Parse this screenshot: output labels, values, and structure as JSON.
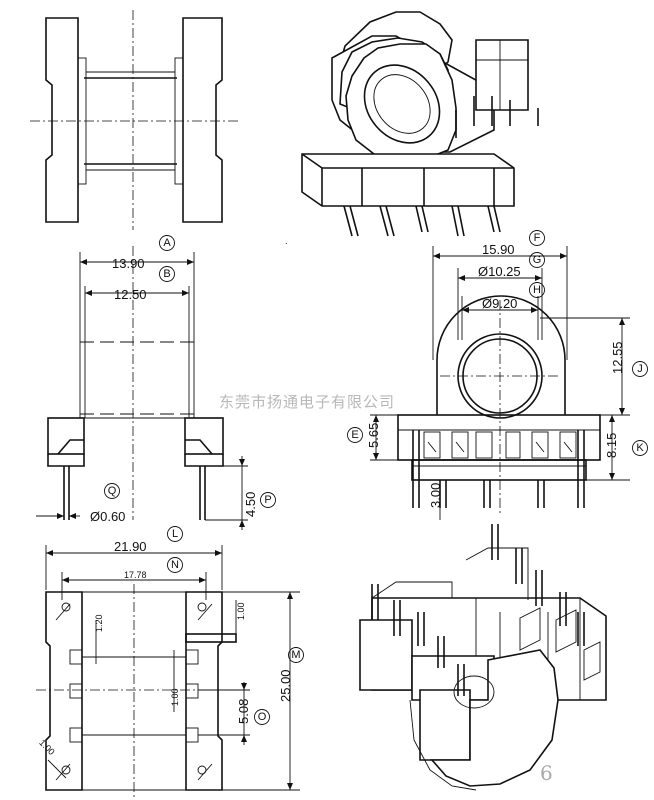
{
  "views": {
    "front": {
      "dims": {
        "A": "13.90",
        "B": "12.50",
        "Q": "Ø0.60",
        "P": "4.50"
      },
      "labels": {
        "A": "A",
        "B": "B",
        "Q": "Q",
        "P": "P"
      }
    },
    "side": {
      "dims": {
        "F": "15.90",
        "G": "Ø10.25",
        "H": "Ø9.20",
        "J": "12.55",
        "E": "5.65",
        "K": "8.15",
        "bottom": "3.00"
      },
      "labels": {
        "F": "F",
        "G": "G",
        "H": "H",
        "J": "J",
        "E": "E",
        "K": "K"
      }
    },
    "bottom": {
      "dims": {
        "L": "21.90",
        "N": "17.78",
        "M": "25.00",
        "O": "5.08",
        "d120": "1.20",
        "d100a": "1.00",
        "d100b": "1.00",
        "d100c": "1.00"
      },
      "labels": {
        "L": "L",
        "N": "N",
        "M": "M",
        "O": "O"
      }
    }
  },
  "watermark": "东莞市扬通电子有限公司",
  "page_number": "6"
}
